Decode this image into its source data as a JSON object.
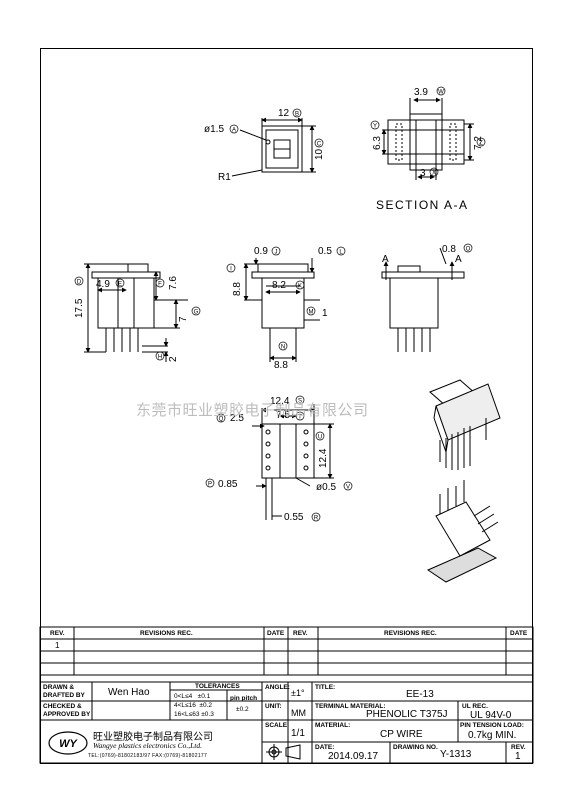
{
  "watermark": "东莞市旺业塑胶电子制品有限公司",
  "views": {
    "top_view": {
      "dims": {
        "width": "12",
        "width_tag": "B",
        "height": "10",
        "height_tag": "C",
        "hole": "ø1.5",
        "hole_tag": "A",
        "radius": "R1"
      }
    },
    "section": {
      "title": "SECTION A-A",
      "dims": {
        "top": "3.9",
        "top_tag": "W",
        "left": "6.3",
        "left_tag": "Y",
        "right": "7.2",
        "right_tag": "Z",
        "bottom": "3",
        "bottom_tag": "X"
      }
    },
    "front_view": {
      "dims": {
        "height": "17.5",
        "height_tag": "D",
        "flange": "4.9",
        "flange_tag": "E",
        "upper": "7.6",
        "upper_tag": "F",
        "lower": "7",
        "lower_tag": "G",
        "pin": "2",
        "pin_tag": "H"
      }
    },
    "side_view": {
      "dims": {
        "left_top": "0.9",
        "left_top_tag": "J",
        "right_top": "0.5",
        "right_top_tag": "L",
        "height": "8.8",
        "height_tag": "I",
        "inner": "8.2",
        "inner_tag": "K",
        "m": "1",
        "m_tag": "M",
        "bottom": "8.8",
        "bottom_tag": "N"
      }
    },
    "right_view": {
      "marker": "A",
      "dims": {
        "top": "0.8",
        "top_tag": "O"
      }
    },
    "bottom_view": {
      "dims": {
        "width": "12.4",
        "width_tag": "S",
        "pitch": "2.5",
        "pitch_tag": "Q",
        "inner": "7.5",
        "inner_tag": "T",
        "length": "12.4",
        "length_tag": "U",
        "pin_offset": "0.85",
        "pin_offset_tag": "P",
        "pin_dia": "ø0.5",
        "pin_dia_tag": "V",
        "pin_w": "0.55",
        "pin_w_tag": "R"
      }
    }
  },
  "revisions": {
    "headers": {
      "rev": "REV.",
      "revisions": "REVISIONS  REC.",
      "date": "DATE"
    },
    "left_rows": [
      "1",
      "",
      ""
    ],
    "right_rows": [
      "",
      "",
      ""
    ]
  },
  "title_block": {
    "drawn_label": "DRAWN &\nDRAFTED BY",
    "drawn_by": "Wen Hao",
    "checked_label": "CHECKED &\nAPPROVED BY",
    "tolerances": {
      "header": "TOLERANCES",
      "rows": [
        "0<L≤4   ±0.1",
        "4<L≤16  ±0.2",
        "16<L≤63 ±0.3"
      ],
      "pin_pitch_label": "pin pitch",
      "pin_pitch": "±0.2"
    },
    "angle_label": "ANGLE:",
    "angle": "±1°",
    "unit_label": "UNIT:",
    "unit": "MM",
    "scale_label": "SCALE:",
    "scale": "1/1",
    "title_label": "TITLE:",
    "title": "EE-13",
    "terminal_label": "TERMINAL MATERIAL:",
    "terminal": "PHENOLIC T375J",
    "ul_label": "UL REC.",
    "ul": "UL 94V-0",
    "material_label": "MATERIAL:",
    "material": "CP WIRE",
    "pin_tension_label": "PIN TENSION LOAD:",
    "pin_tension": "0.7kg MIN.",
    "date_label": "DATE:",
    "date": "2014.09.17",
    "drawing_no_label": "DRAWING NO.",
    "drawing_no": "Y-1313",
    "rev_label": "REV.",
    "rev": "1",
    "company_cn": "旺业塑胶电子制品有限公司",
    "company_en": "Wangye plastics electronics Co.,Ltd.",
    "company_tel": "TEL:(0769)-81802183/97  FAX:(0769)-81802177",
    "logo": "WY"
  }
}
